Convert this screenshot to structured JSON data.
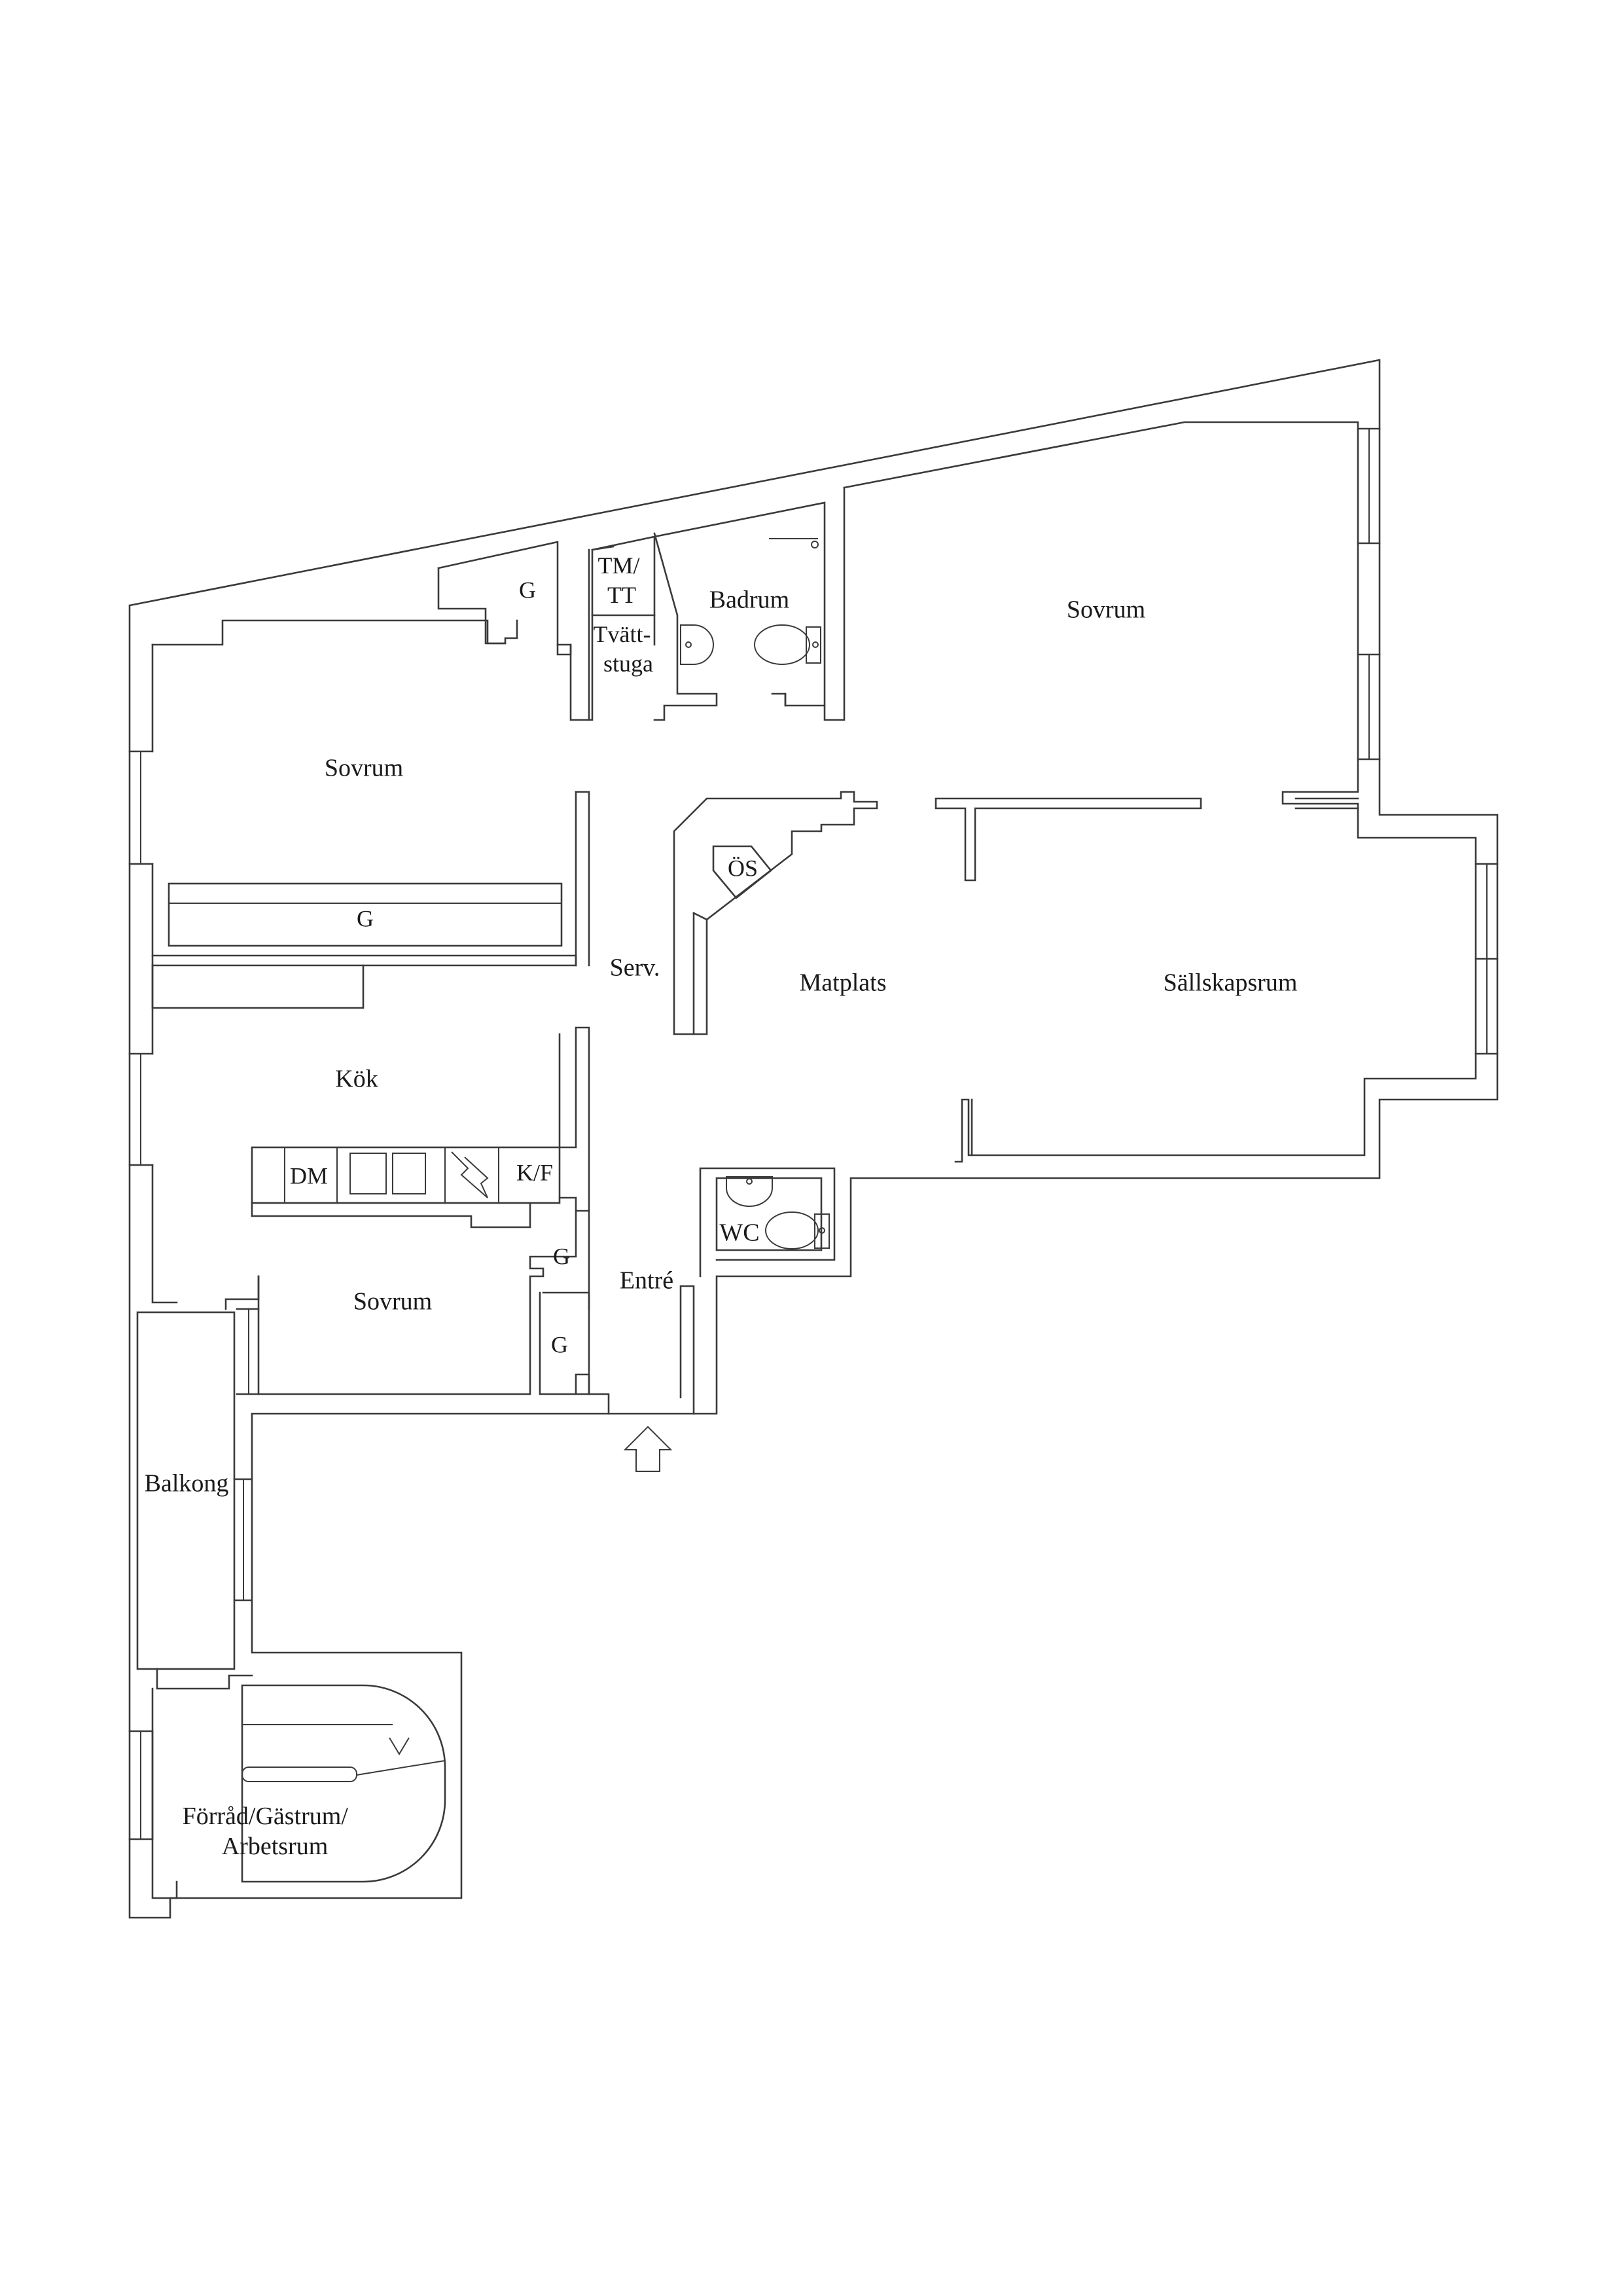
{
  "rooms": {
    "sovrum_top_left": "Sovrum",
    "sovrum_top_right": "Sovrum",
    "sovrum_lower": "Sovrum",
    "badrum": "Badrum",
    "tm_tt": "TM/\nTT",
    "tvattstuga": "Tvätt-\nstuga",
    "kok": "Kök",
    "serv": "Serv.",
    "matplats": "Matplats",
    "sallskapsrum": "Sällskapsrum",
    "entre": "Entré",
    "wc": "WC",
    "balkong": "Balkong",
    "forrad": "Förråd/Gästrum/\nArbetsrum"
  },
  "fixtures": {
    "g_top": "G",
    "g_wardrobe": "G",
    "g_hall_1": "G",
    "g_hall_2": "G",
    "os": "ÖS",
    "dm": "DM",
    "kf": "K/F"
  },
  "entrance_arrow": "entrance-arrow"
}
